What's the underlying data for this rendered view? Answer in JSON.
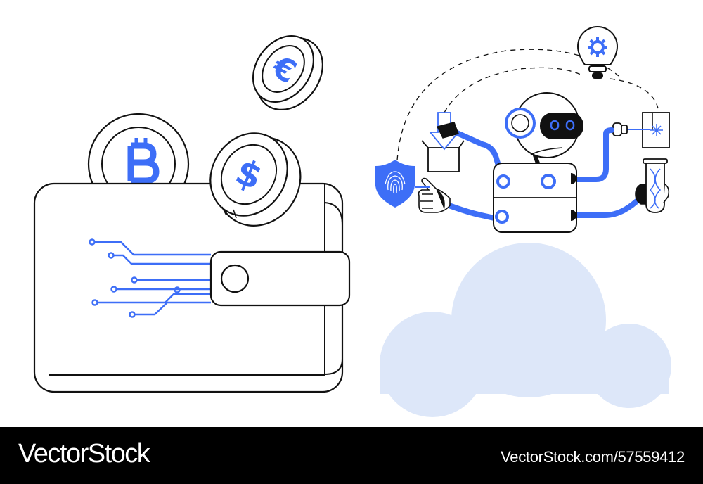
{
  "illustration": {
    "colors": {
      "accent": "#3d6ef7",
      "cloud": "#dde7f9",
      "stroke": "#111111",
      "background": "#ffffff"
    },
    "coins": [
      {
        "icon": "bitcoin-icon",
        "glyph": "B"
      },
      {
        "icon": "dollar-icon",
        "glyph": "$"
      },
      {
        "icon": "euro-icon",
        "glyph": "€"
      }
    ]
  },
  "footer": {
    "brand": "VectorStock",
    "stock_id": "VectorStock.com/57559412"
  }
}
